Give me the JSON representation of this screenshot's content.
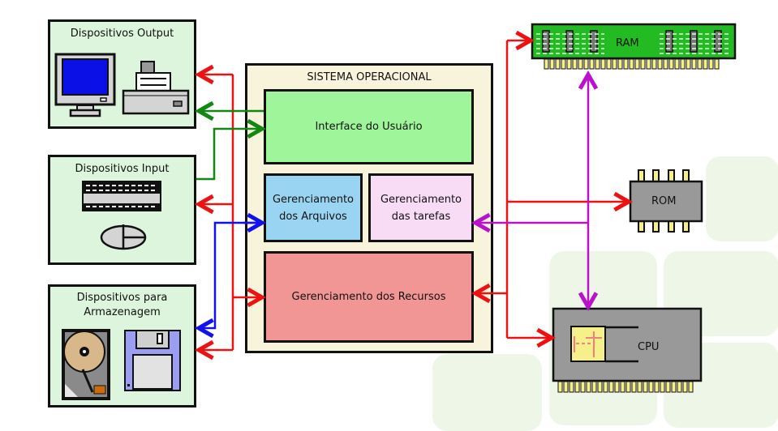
{
  "diagram": {
    "colors": {
      "device_bg": "#dcf5dc",
      "os_bg": "#f8f4dc",
      "ui_module": "#9ef59a",
      "files_module": "#99d5f2",
      "tasks_module": "#f8dcf6",
      "resources_module": "#f29595",
      "arrow_red": "#ee1111",
      "arrow_green": "#118811",
      "arrow_blue": "#1111ee",
      "arrow_purple": "#bb11cc",
      "ram_green": "#22bb22",
      "chip_gray": "#999999"
    },
    "devices": {
      "output": {
        "title": "Dispositivos Output",
        "icons": [
          "monitor-icon",
          "printer-icon"
        ]
      },
      "input": {
        "title": "Dispositivos Input",
        "icons": [
          "keyboard-icon",
          "mouse-icon"
        ]
      },
      "storage": {
        "title_line1": "Dispositivos para",
        "title_line2": "Armazenagem",
        "icons": [
          "hard-disk-icon",
          "floppy-disk-icon"
        ]
      }
    },
    "os": {
      "title": "SISTEMA OPERACIONAL",
      "modules": {
        "ui": "Interface do Usuário",
        "files_line1": "Gerenciamento",
        "files_line2": "dos Arquivos",
        "tasks_line1": "Gerenciamento",
        "tasks_line2": "das tarefas",
        "resources": "Gerenciamento dos Recursos"
      }
    },
    "hardware": {
      "ram": "RAM",
      "rom": "ROM",
      "cpu": "CPU"
    }
  }
}
